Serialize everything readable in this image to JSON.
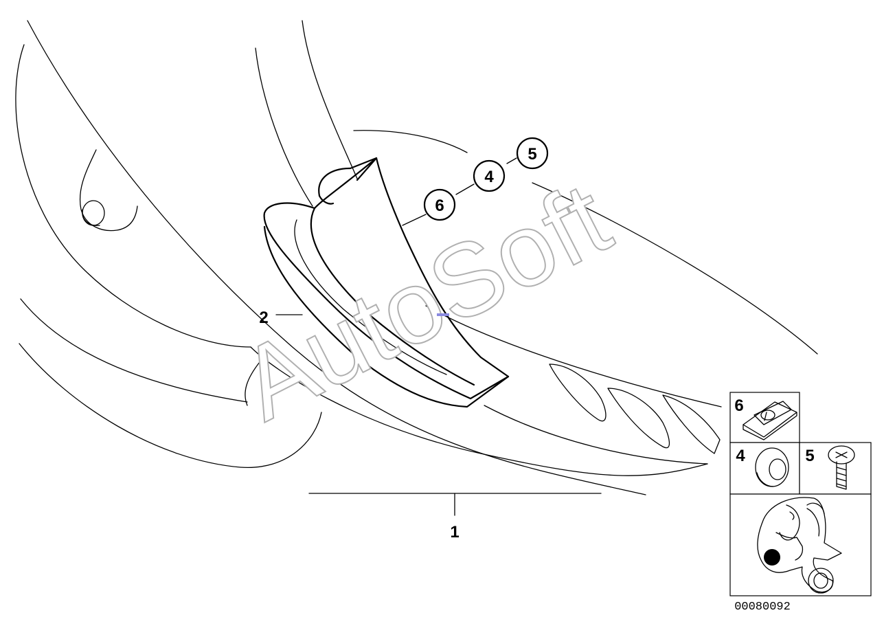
{
  "diagram": {
    "callouts": [
      {
        "id": "c5",
        "label": "5"
      },
      {
        "id": "c4",
        "label": "4"
      },
      {
        "id": "c6",
        "label": "6"
      }
    ],
    "part_labels": {
      "part2": "2",
      "part1": "1"
    },
    "legend": {
      "cell6": "6",
      "cell4": "4",
      "cell5": "5"
    },
    "watermark": "AutoSoft",
    "document_number": "00080092"
  }
}
